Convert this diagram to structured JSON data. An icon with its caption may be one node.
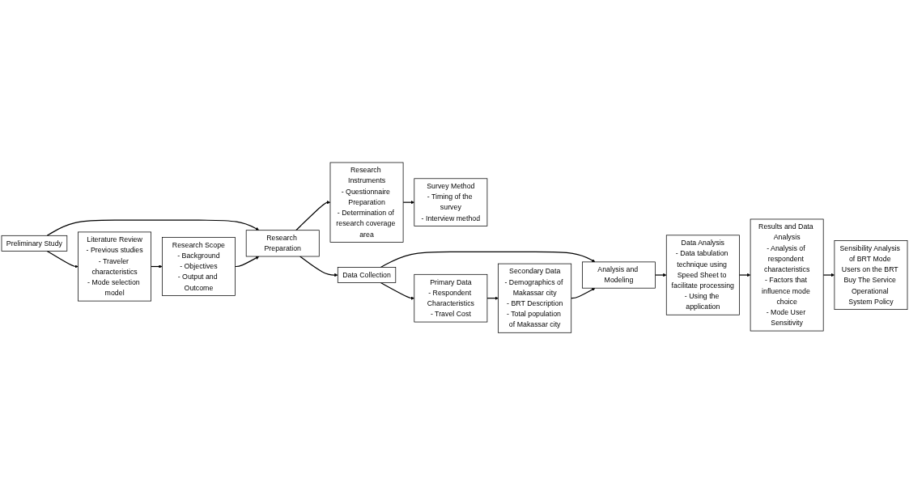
{
  "diagram": {
    "nodes": [
      {
        "text": [
          "Preliminary Study"
        ]
      },
      {
        "text": [
          "Literature Review",
          "- Previous studies",
          "- Traveler characteristics",
          "- Mode selection model"
        ]
      },
      {
        "text": [
          "Research Scope",
          "- Background",
          "- Objectives",
          "- Output and Outcome"
        ]
      },
      {
        "text": [
          "Research Preparation"
        ]
      },
      {
        "text": [
          "Research Instruments",
          "- Questionnaire Preparation",
          "- Determination of research coverage area"
        ]
      },
      {
        "text": [
          "Survey Method",
          "- Timing of the survey",
          "- Interview method"
        ]
      },
      {
        "text": [
          "Data Collection"
        ]
      },
      {
        "text": [
          "Primary Data",
          "- Respondent Characteristics",
          "- Travel Cost"
        ]
      },
      {
        "text": [
          "Secondary Data",
          "- Demographics of Makassar city",
          "- BRT Description",
          "- Total population of Makassar city"
        ]
      },
      {
        "text": [
          "Analysis and Modeling"
        ]
      },
      {
        "text": [
          "Data Analysis",
          "- Data tabulation technique using Speed Sheet to facilitate processing",
          "- Using the application"
        ]
      },
      {
        "text": [
          "Results and Data Analysis",
          "- Analysis of respondent characteristics",
          "- Factors that influence mode choice",
          "- Mode User Sensitivity"
        ]
      },
      {
        "text": [
          "Sensibility Analysis of BRT Mode Users on the BRT Buy The Service Operational System Policy"
        ]
      }
    ],
    "edges": [
      {
        "from": 0,
        "to": 1,
        "arrow": "to"
      },
      {
        "from": 1,
        "to": 2,
        "arrow": "to"
      },
      {
        "from": 0,
        "to": 3,
        "arrow": "to"
      },
      {
        "from": 2,
        "to": 3,
        "arrow": "to"
      },
      {
        "from": 3,
        "to": 4,
        "arrow": "to"
      },
      {
        "from": 4,
        "to": 5,
        "arrow": "to"
      },
      {
        "from": 3,
        "to": 6,
        "arrow": "to"
      },
      {
        "from": 6,
        "to": 7,
        "arrow": "to"
      },
      {
        "from": 7,
        "to": 8,
        "arrow": "to"
      },
      {
        "from": 6,
        "to": 9,
        "arrow": "to"
      },
      {
        "from": 8,
        "to": 9,
        "arrow": "to"
      },
      {
        "from": 9,
        "to": 10,
        "arrow": "to"
      },
      {
        "from": 10,
        "to": 11,
        "arrow": "to"
      },
      {
        "from": 11,
        "to": 12,
        "arrow": "to"
      }
    ]
  }
}
